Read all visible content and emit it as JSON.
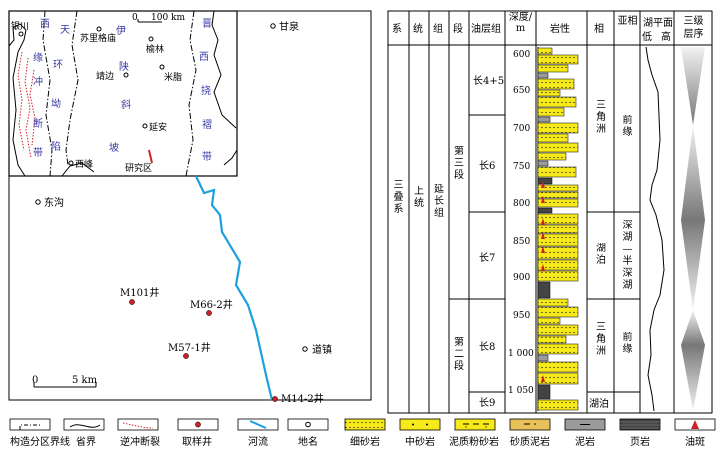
{
  "inset": {
    "scale_label": "100 km",
    "scale_zero": "0",
    "places": [
      {
        "name": "银川"
      },
      {
        "name": "苏里格庙"
      },
      {
        "name": "榆林"
      },
      {
        "name": "靖边"
      },
      {
        "name": "米脂"
      },
      {
        "name": "延安"
      },
      {
        "name": "西峰"
      },
      {
        "name": "研究区"
      }
    ],
    "units": [
      "西",
      "天",
      "伊",
      "晋",
      "缘",
      "环",
      "陕",
      "西",
      "冲",
      "坳",
      "斜",
      "挠",
      "断",
      "陷",
      "坡",
      "褶",
      "带",
      "带"
    ]
  },
  "map": {
    "places": [
      "甘泉",
      "东沟",
      "道镇"
    ],
    "wells": [
      "M101井",
      "M66-2井",
      "M57-1井",
      "M14-2井"
    ],
    "scale_zero": "0",
    "scale_label": "5 km"
  },
  "column": {
    "headers": [
      "系",
      "统",
      "组",
      "段",
      "油层组",
      "深度/m",
      "岩性",
      "相",
      "亚相",
      "湖平面",
      "三级层序"
    ],
    "lake_low": "低",
    "lake_high": "高",
    "system": "三叠系",
    "series": "上统",
    "formation": "延长组",
    "members": [
      "第三段",
      "第二段"
    ],
    "oil_groups": [
      "长4+5",
      "长6",
      "长7",
      "长8",
      "长9"
    ],
    "depth_ticks": [
      "600",
      "650",
      "700",
      "750",
      "800",
      "850",
      "900",
      "950",
      "1 000",
      "1 050"
    ],
    "facies": [
      "三角洲",
      "湖泊",
      "三角洲",
      "湖泊"
    ],
    "subfacies": [
      "前缘",
      "深湖—半深湖",
      "前缘"
    ]
  },
  "legend": {
    "items": [
      {
        "label": "构造分区界线",
        "icon": "boundary-line"
      },
      {
        "label": "省界",
        "icon": "province-line"
      },
      {
        "label": "逆冲断裂",
        "icon": "thrust-fault"
      },
      {
        "label": "取样井",
        "icon": "sample-well"
      },
      {
        "label": "河流",
        "icon": "river"
      },
      {
        "label": "地名",
        "icon": "place"
      },
      {
        "label": "细砂岩",
        "icon": "fine-sandstone"
      },
      {
        "label": "中砂岩",
        "icon": "medium-sandstone"
      },
      {
        "label": "泥质粉砂岩",
        "icon": "argillaceous-siltstone"
      },
      {
        "label": "砂质泥岩",
        "icon": "sandy-mudstone"
      },
      {
        "label": "泥岩",
        "icon": "mudstone"
      },
      {
        "label": "页岩",
        "icon": "shale"
      },
      {
        "label": "油斑",
        "icon": "oil-spot"
      }
    ]
  },
  "colors": {
    "sand": "#f7ea1a",
    "river": "#1ea0e0",
    "well": "#d0202a",
    "mud": "#9a9a9a",
    "shale": "#444444",
    "unit_text": "#3a3aa8",
    "fault": "#d0202a"
  }
}
